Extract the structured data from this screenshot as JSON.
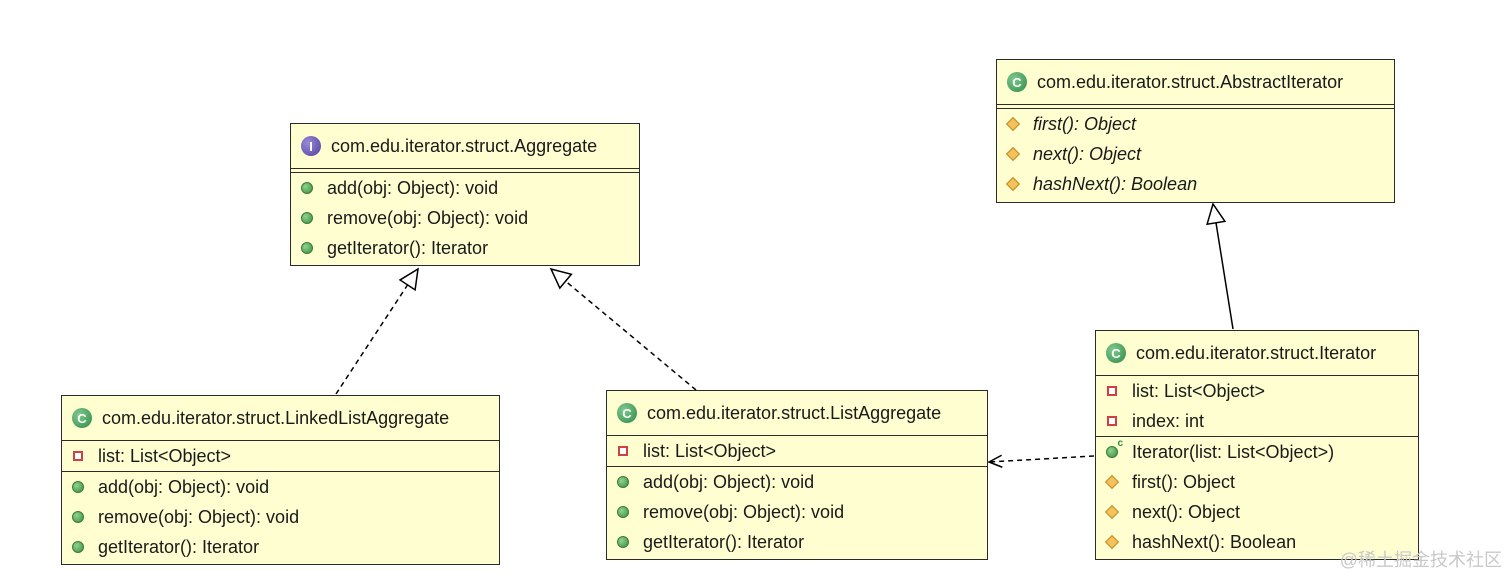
{
  "classes": {
    "aggregate": {
      "name": "com.edu.iterator.struct.Aggregate",
      "kind": "interface",
      "methods": [
        "add(obj: Object): void",
        "remove(obj: Object): void",
        "getIterator(): Iterator"
      ]
    },
    "abstract_iterator": {
      "name": "com.edu.iterator.struct.AbstractIterator",
      "kind": "class",
      "methods": [
        "first(): Object",
        "next(): Object",
        "hashNext(): Boolean"
      ]
    },
    "linked_list_aggregate": {
      "name": "com.edu.iterator.struct.LinkedListAggregate",
      "kind": "class",
      "fields": [
        "list: List<Object>"
      ],
      "methods": [
        "add(obj: Object): void",
        "remove(obj: Object): void",
        "getIterator(): Iterator"
      ]
    },
    "list_aggregate": {
      "name": "com.edu.iterator.struct.ListAggregate",
      "kind": "class",
      "fields": [
        "list: List<Object>"
      ],
      "methods": [
        "add(obj: Object): void",
        "remove(obj: Object): void",
        "getIterator(): Iterator"
      ]
    },
    "iterator": {
      "name": "com.edu.iterator.struct.Iterator",
      "kind": "class",
      "fields": [
        "list: List<Object>",
        "index: int"
      ],
      "methods": [
        "Iterator(list: List<Object>)",
        "first(): Object",
        "next(): Object",
        "hashNext(): Boolean"
      ]
    }
  },
  "relations": [
    {
      "from": "linked_list_aggregate",
      "to": "aggregate",
      "type": "realization"
    },
    {
      "from": "list_aggregate",
      "to": "aggregate",
      "type": "realization"
    },
    {
      "from": "iterator",
      "to": "abstract_iterator",
      "type": "generalization"
    },
    {
      "from": "iterator",
      "to": "list_aggregate",
      "type": "dependency"
    }
  ],
  "watermark": "@稀土掘金技术社区",
  "colors": {
    "class_fill": "#fefed0",
    "border": "#2b2b2b",
    "class_badge": "#2e8a45",
    "interface_badge": "#4f3f9e"
  }
}
